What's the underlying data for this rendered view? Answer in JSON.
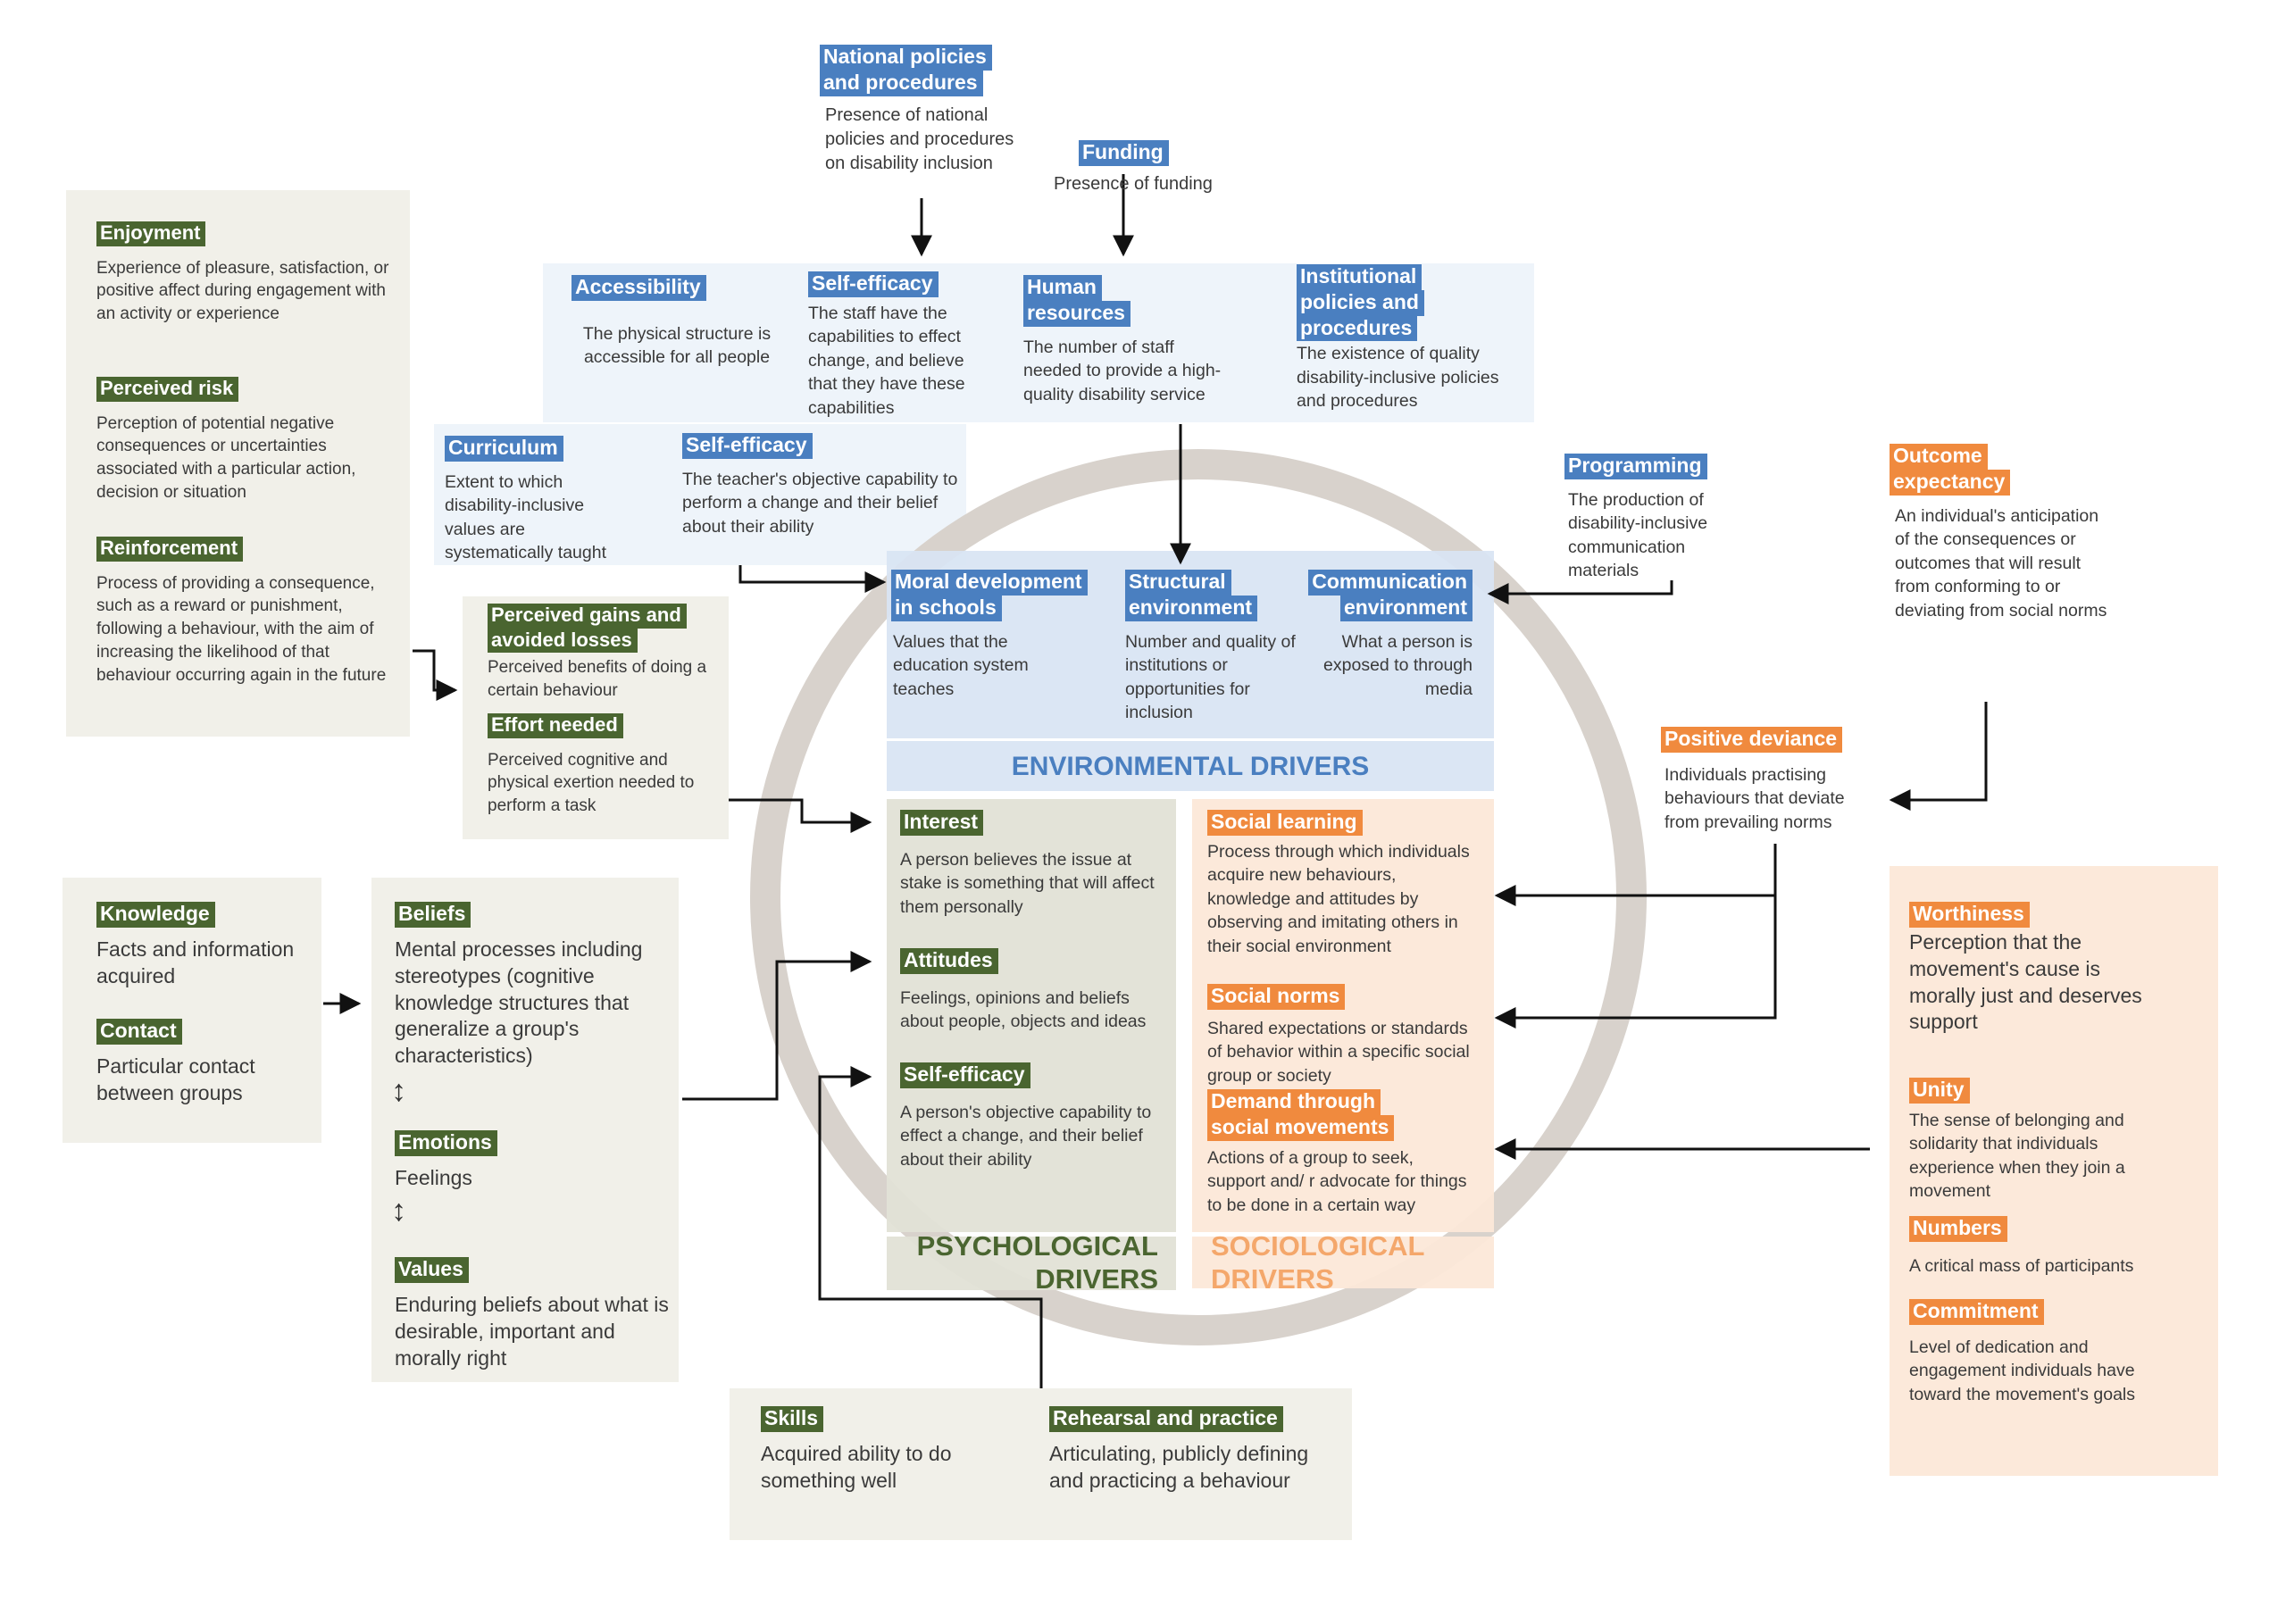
{
  "colors": {
    "green": "#4a6530",
    "blue": "#4a7fc0",
    "orange": "#f08a3e",
    "ring": "#d8d2cc",
    "arrow": "#111111"
  },
  "top": {
    "national": {
      "tag1": "National policies",
      "tag2": "and procedures",
      "text": "Presence of national policies and procedures on disability inclusion"
    },
    "funding": {
      "tag": "Funding",
      "text": "Presence of funding"
    }
  },
  "left": {
    "enjoyment": {
      "tag": "Enjoyment",
      "text": "Experience of pleasure, satisfaction, or positive affect during engagement with an activity or experience"
    },
    "perceived_risk": {
      "tag": "Perceived risk",
      "text": "Perception of potential negative consequences or uncertainties associated with a particular action, decision or situation"
    },
    "reinforcement": {
      "tag": "Reinforcement",
      "text": "Process of providing a consequence, such as a reward or punishment, following a behaviour, with the aim of increasing the likelihood of that behaviour occurring again in the future"
    },
    "gains": {
      "tag1": "Perceived gains and",
      "tag2": "avoided losses",
      "text": "Perceived benefits of doing a certain behaviour"
    },
    "effort": {
      "tag": "Effort needed",
      "text": "Perceived cognitive and physical exertion needed to perform a task"
    },
    "knowledge": {
      "tag": "Knowledge",
      "text": "Facts and information acquired"
    },
    "contact": {
      "tag": "Contact",
      "text": "Particular contact between groups"
    },
    "beliefs": {
      "tag": "Beliefs",
      "text": "Mental processes including stereotypes (cognitive knowledge structures that generalize a group's characteristics)"
    },
    "emotions": {
      "tag": "Emotions",
      "text": "Feelings"
    },
    "values": {
      "tag": "Values",
      "text": "Enduring beliefs about what is desirable, important and morally right"
    }
  },
  "inst": {
    "accessibility": {
      "tag": "Accessibility",
      "text": "The physical structure is accessible for all people"
    },
    "self_efficacy_staff": {
      "tag": "Self-efficacy",
      "text": "The staff have the capabilities to effect change, and believe that they have these capabilities"
    },
    "human_resources": {
      "tag1": "Human",
      "tag2": "resources",
      "text": "The number of staff needed to provide a high-quality disability service"
    },
    "institutional": {
      "tag1": "Institutional",
      "tag2": "policies and",
      "tag3": "procedures",
      "text": "The existence of quality disability-inclusive policies and procedures"
    },
    "curriculum": {
      "tag": "Curriculum",
      "text": "Extent to which disability-inclusive values are systematically taught"
    },
    "self_efficacy_teacher": {
      "tag": "Self-efficacy",
      "text": "The teacher's objective capability to perform a change and their belief about their ability"
    }
  },
  "environmental": {
    "moral": {
      "tag1": "Moral development",
      "tag2": "in schools",
      "text": "Values that the education system teaches"
    },
    "structural": {
      "tag1": "Structural",
      "tag2": "environment",
      "text": "Number and quality of institutions or opportunities for inclusion"
    },
    "communication": {
      "tag1": "Communication",
      "tag2": "environment",
      "text": "What a person is exposed to through media"
    },
    "label": "ENVIRONMENTAL DRIVERS"
  },
  "psychological": {
    "interest": {
      "tag": "Interest",
      "text": "A person believes the issue at stake is something that will affect them personally"
    },
    "attitudes": {
      "tag": "Attitudes",
      "text": "Feelings, opinions and beliefs about people, objects and ideas"
    },
    "self_efficacy": {
      "tag": "Self-efficacy",
      "text": "A person's objective capability to effect a change, and their belief about their ability"
    },
    "label1": "PSYCHOLOGICAL",
    "label2": "DRIVERS"
  },
  "sociological": {
    "social_learning": {
      "tag": "Social learning",
      "text": "Process through which individuals acquire new behaviours, knowledge and attitudes by observing and imitating others in their social environment"
    },
    "social_norms": {
      "tag": "Social norms",
      "text": "Shared expectations or standards of behavior within a specific social group or society"
    },
    "demand": {
      "tag1": "Demand through",
      "tag2": "social movements",
      "text": "Actions of a group to seek, support and/ r advocate for things to be done in a certain way"
    },
    "label1": "SOCIOLOGICAL",
    "label2": "DRIVERS"
  },
  "right": {
    "programming": {
      "tag": "Programming",
      "text": "The production of disability-inclusive communication materials"
    },
    "outcome": {
      "tag1": "Outcome",
      "tag2": "expectancy",
      "text": "An individual's anticipation of the consequences or outcomes that will result from conforming to or deviating from social norms"
    },
    "positive_deviance": {
      "tag": "Positive deviance",
      "text": "Individuals practising behaviours that deviate from prevailing norms"
    },
    "worthiness": {
      "tag": "Worthiness",
      "text": "Perception that the movement's cause is morally just and deserves support"
    },
    "unity": {
      "tag": "Unity",
      "text": "The sense of belonging and solidarity that individuals experience when they join a movement"
    },
    "numbers": {
      "tag": "Numbers",
      "text": "A critical mass of participants"
    },
    "commitment": {
      "tag": "Commitment",
      "text": "Level of dedication and engagement individuals have toward the movement's goals"
    }
  },
  "bottom": {
    "skills": {
      "tag": "Skills",
      "text": "Acquired ability to do something well"
    },
    "rehearsal": {
      "tag": "Rehearsal and practice",
      "text": "Articulating, publicly defining and practicing a behaviour"
    }
  },
  "symbols": {
    "updown": "↕"
  }
}
